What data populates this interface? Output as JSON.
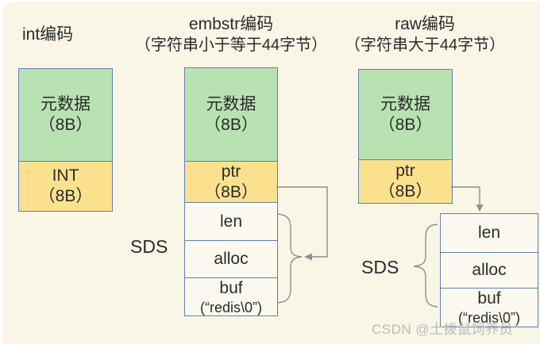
{
  "colors": {
    "background": "#f9f6e7",
    "box_border": "#5f81ad",
    "meta_green": "#b9e2b2",
    "value_yellow": "#fbe18e",
    "cell_white": "#fcfaf0",
    "connector_gray": "#8e8e8e",
    "watermark_gray": "#b9b9b9"
  },
  "titles": {
    "int": "int编码",
    "embstr_line1": "embstr编码",
    "embstr_line2": "（字符串小于等于44字节）",
    "raw_line1": "raw编码",
    "raw_line2": "（字符串大于44字节）"
  },
  "int_box": {
    "meta_line1": "元数据",
    "meta_line2": "（8B）",
    "val_line1": "INT",
    "val_line2": "（8B）"
  },
  "embstr_box": {
    "meta_line1": "元数据",
    "meta_line2": "（8B）",
    "ptr_line1": "ptr",
    "ptr_line2": "（8B）",
    "sds_label": "SDS",
    "len": "len",
    "alloc": "alloc",
    "buf_line1": "buf",
    "buf_line2": "(“redis\\0”)"
  },
  "raw_box": {
    "meta_line1": "元数据",
    "meta_line2": "（8B）",
    "ptr_line1": "ptr",
    "ptr_line2": "（8B）",
    "sds_label": "SDS",
    "len": "len",
    "alloc": "alloc",
    "buf_line1": "buf",
    "buf_line2": "(“redis\\0”)"
  },
  "watermark": "CSDN @土拨鼠饲养员"
}
